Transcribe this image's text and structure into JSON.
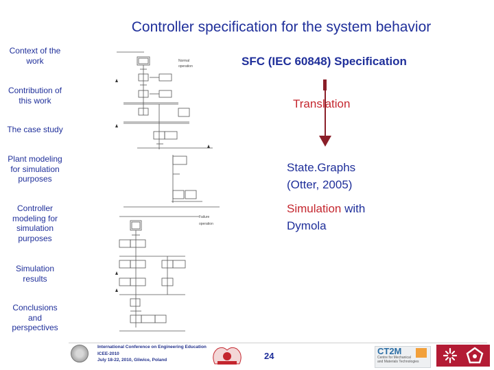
{
  "slide": {
    "title": "Controller specification for the system behavior",
    "page_number": "24"
  },
  "nav": [
    {
      "id": "context",
      "lines": [
        "Context of the",
        "work"
      ]
    },
    {
      "id": "contribution",
      "lines": [
        "Contribution of",
        "this work"
      ]
    },
    {
      "id": "case-study",
      "lines": [
        "The case study"
      ]
    },
    {
      "id": "plant-modeling",
      "lines": [
        "Plant modeling",
        "for simulation",
        "purposes"
      ]
    },
    {
      "id": "controller-modeling",
      "lines": [
        "Controller",
        "modeling for",
        "simulation",
        "purposes"
      ]
    },
    {
      "id": "simulation-results",
      "lines": [
        "Simulation",
        "results"
      ]
    },
    {
      "id": "conclusions",
      "lines": [
        "Conclusions",
        "and",
        "perspectives"
      ]
    }
  ],
  "content": {
    "sfc_title": "SFC (IEC 60848) Specification",
    "translation": "Translation",
    "stategraphs_line1": "State.Graphs",
    "stategraphs_line2": "(Otter, 2005)",
    "simulation_word": "Simulation",
    "simulation_rest": " with",
    "simulation_line2": "Dymola"
  },
  "footer": {
    "conference_line1": "International Conference on Engineering Education",
    "conference_line2": "ICEE-2010",
    "conference_line3": "July 18-22, 2010, Gliwice, Poland",
    "ct2m_label": "CT2M",
    "ct2m_sub1": "Centre for Mechanical",
    "ct2m_sub2": "and Materials Technologies"
  },
  "colors": {
    "title_blue": "#1f2f9a",
    "accent_red": "#c4262e",
    "arrow_dark_red": "#8a1e28"
  }
}
